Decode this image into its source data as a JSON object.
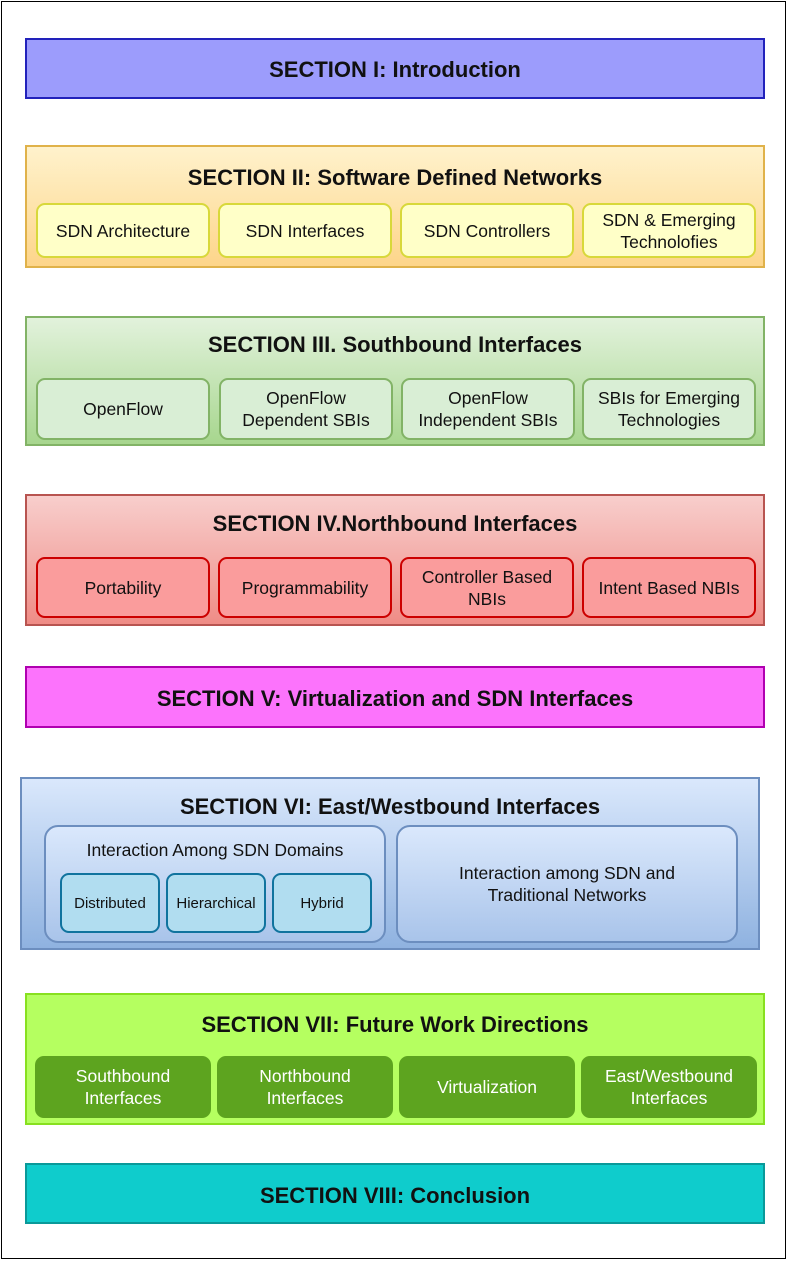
{
  "sections": [
    {
      "title": "SECTION I: Introduction"
    },
    {
      "title": "SECTION II: Software Defined Networks",
      "items": [
        "SDN Architecture",
        "SDN Interfaces",
        "SDN Controllers",
        "SDN & Emerging\nTechnolofies"
      ]
    },
    {
      "title": "SECTION III. Southbound Interfaces",
      "items": [
        "OpenFlow",
        "OpenFlow\nDependent SBIs",
        "OpenFlow\nIndependent SBIs",
        "SBIs for Emerging\nTechnologies"
      ]
    },
    {
      "title": "SECTION IV.Northbound Interfaces",
      "items": [
        "Portability",
        "Programmability",
        "Controller Based\nNBIs",
        "Intent Based NBIs"
      ]
    },
    {
      "title": "SECTION V: Virtualization and SDN Interfaces"
    },
    {
      "title": "SECTION VI: East/Westbound Interfaces",
      "groups": [
        {
          "title": "Interaction Among SDN Domains",
          "items": [
            "Distributed",
            "Hierarchical",
            "Hybrid"
          ]
        },
        {
          "title": "Interaction among SDN and\nTraditional Networks"
        }
      ]
    },
    {
      "title": "SECTION VII: Future Work Directions",
      "items": [
        "Southbound\nInterfaces",
        "Northbound\nInterfaces",
        "Virtualization",
        "East/Westbound\nInterfaces"
      ]
    },
    {
      "title": "SECTION VIII: Conclusion"
    }
  ],
  "colors": {
    "section_1": "#9c9cfc",
    "section_2": "#fdd58a",
    "section_3": "#a7d68e",
    "section_4": "#ef8c86",
    "section_5": "#fc73fc",
    "section_6": "#8fb2e0",
    "section_7": "#b5ff60",
    "section_8": "#0fcccc"
  }
}
